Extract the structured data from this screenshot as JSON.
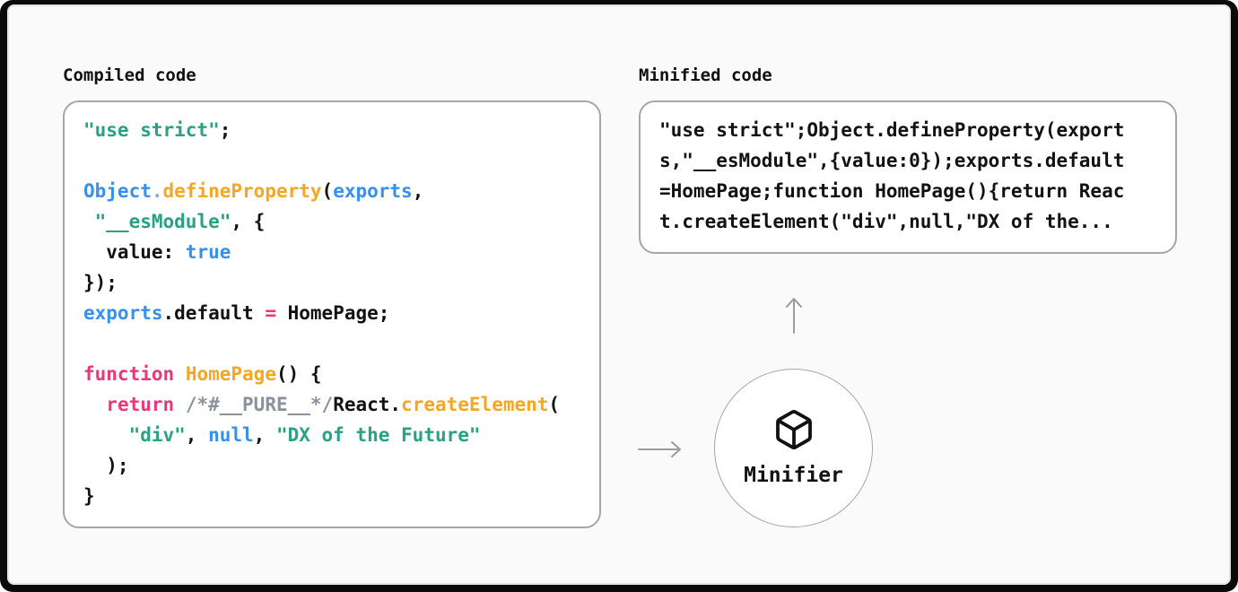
{
  "colors": {
    "frame": "#0a0a0a",
    "background": "#fafafa",
    "box_bg": "#ffffff",
    "box_border": "#a6a6a6",
    "arrow": "#9b9b9b",
    "text": "#111111"
  },
  "syntax_colors": {
    "string": "#27a384",
    "ident": "#3590f0",
    "func": "#f5a623",
    "keyword": "#ec3679",
    "comment": "#8a929e",
    "dot": "#9aa7b3",
    "plain": "#121212"
  },
  "left_panel": {
    "title": "Compiled code",
    "code_lines": [
      [
        {
          "t": "\"use strict\"",
          "c": "string"
        },
        {
          "t": ";",
          "c": "plain"
        }
      ],
      [],
      [
        {
          "t": "Object",
          "c": "ident"
        },
        {
          "t": ".",
          "c": "dot"
        },
        {
          "t": "defineProperty",
          "c": "func"
        },
        {
          "t": "(",
          "c": "plain"
        },
        {
          "t": "exports",
          "c": "ident"
        },
        {
          "t": ",",
          "c": "plain"
        }
      ],
      [
        {
          "t": " ",
          "c": "plain"
        },
        {
          "t": "\"__esModule\"",
          "c": "string"
        },
        {
          "t": ", {",
          "c": "plain"
        }
      ],
      [
        {
          "t": "  value: ",
          "c": "plain"
        },
        {
          "t": "true",
          "c": "ident"
        }
      ],
      [
        {
          "t": "});",
          "c": "plain"
        }
      ],
      [
        {
          "t": "exports",
          "c": "ident"
        },
        {
          "t": ".default ",
          "c": "plain"
        },
        {
          "t": "=",
          "c": "keyword"
        },
        {
          "t": " HomePage;",
          "c": "plain"
        }
      ],
      [],
      [
        {
          "t": "function",
          "c": "keyword"
        },
        {
          "t": " ",
          "c": "plain"
        },
        {
          "t": "HomePage",
          "c": "func"
        },
        {
          "t": "() {",
          "c": "plain"
        }
      ],
      [
        {
          "t": "  ",
          "c": "plain"
        },
        {
          "t": "return",
          "c": "keyword"
        },
        {
          "t": " ",
          "c": "plain"
        },
        {
          "t": "/*#__PURE__*/",
          "c": "comment"
        },
        {
          "t": "React.",
          "c": "plain"
        },
        {
          "t": "createElement",
          "c": "func"
        },
        {
          "t": "(",
          "c": "plain"
        }
      ],
      [
        {
          "t": "    ",
          "c": "plain"
        },
        {
          "t": "\"div\"",
          "c": "string"
        },
        {
          "t": ", ",
          "c": "plain"
        },
        {
          "t": "null",
          "c": "ident"
        },
        {
          "t": ", ",
          "c": "plain"
        },
        {
          "t": "\"DX of the Future\"",
          "c": "string"
        }
      ],
      [
        {
          "t": "  );",
          "c": "plain"
        }
      ],
      [
        {
          "t": "}",
          "c": "plain"
        }
      ]
    ]
  },
  "right_panel": {
    "title": "Minified code",
    "code_lines": [
      [
        {
          "t": "\"use strict\";Object.defineProperty(export",
          "c": "plain"
        }
      ],
      [
        {
          "t": "s,\"__esModule\",{value:0});exports.default",
          "c": "plain"
        }
      ],
      [
        {
          "t": "=HomePage;function HomePage(){return Reac",
          "c": "plain"
        }
      ],
      [
        {
          "t": "t.createElement(\"div\",null,\"DX of the...",
          "c": "plain"
        }
      ]
    ]
  },
  "minifier": {
    "label": "Minifier",
    "icon": "cube-icon"
  }
}
